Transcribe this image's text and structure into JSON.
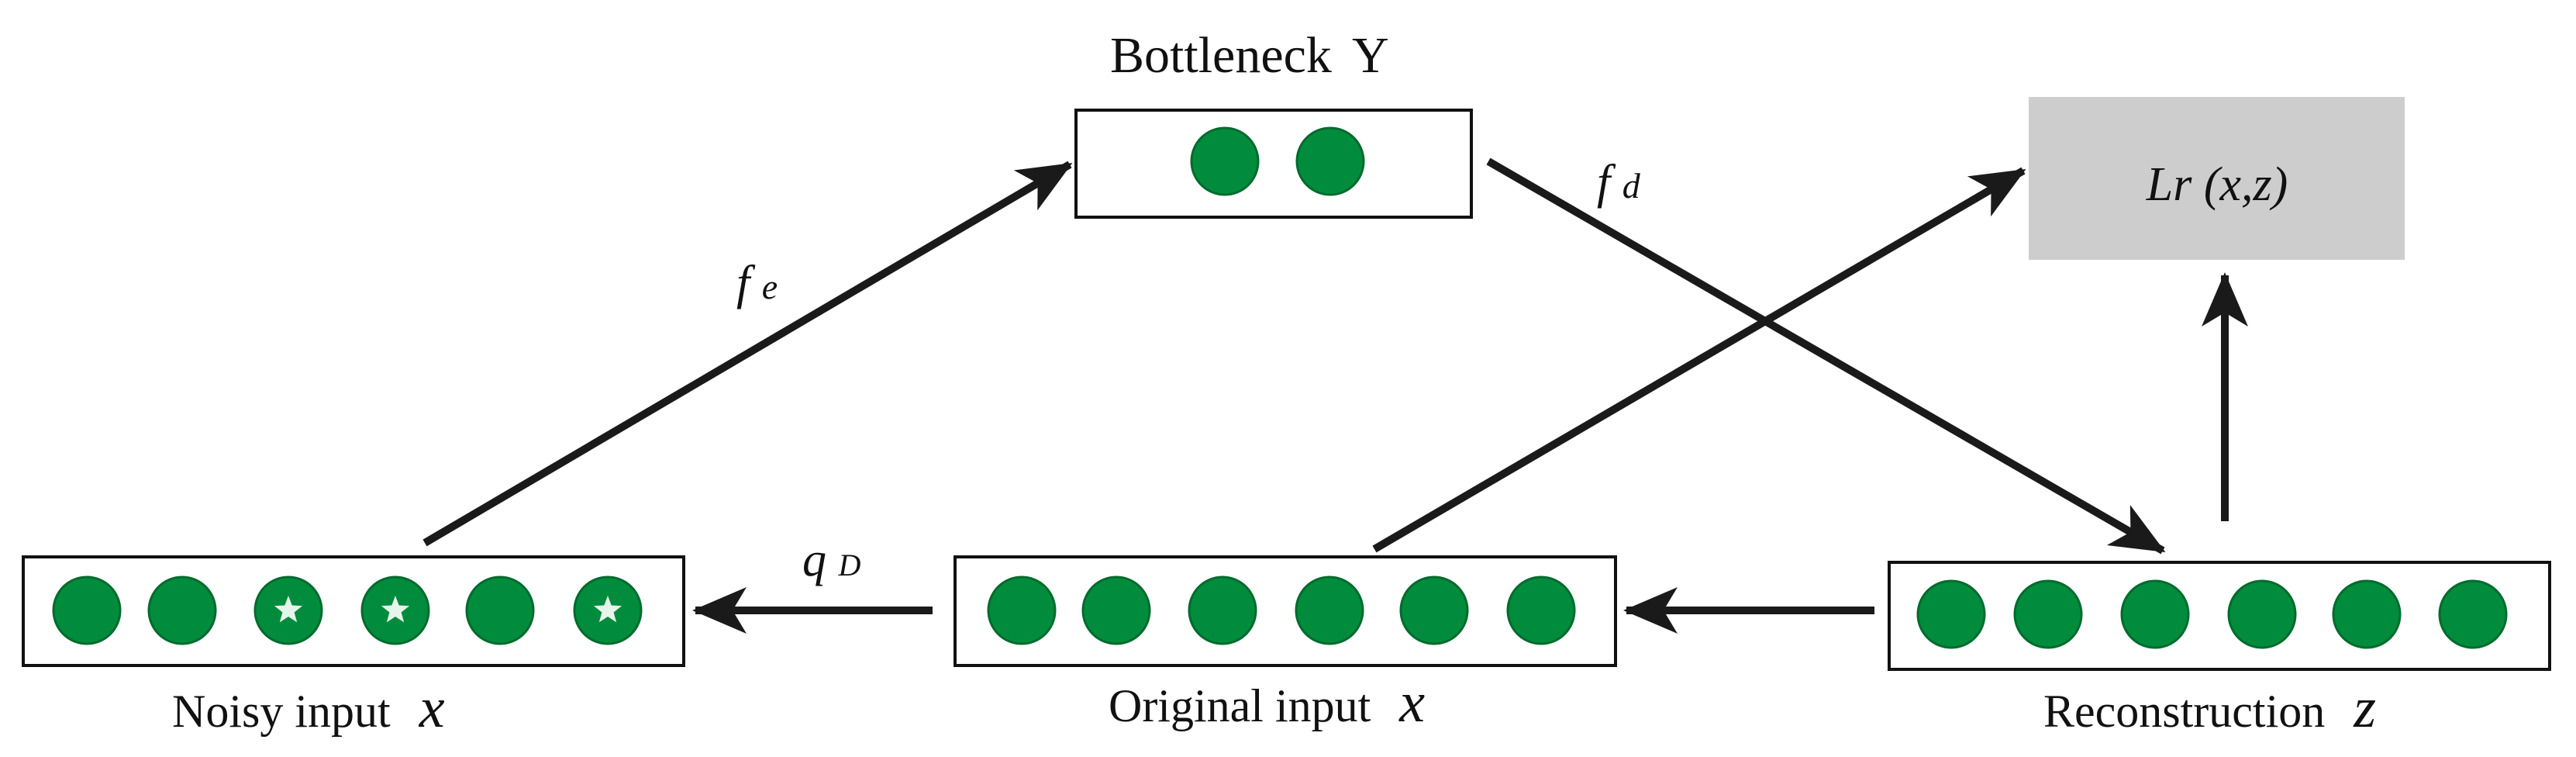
{
  "labels": {
    "bottleneck": "Bottleneck",
    "bottleneck_var": "Y",
    "noisy_input": "Noisy input",
    "noisy_input_var": "x",
    "original_input": "Original input",
    "original_input_var": "x",
    "reconstruction": "Reconstruction",
    "reconstruction_var": "z"
  },
  "edges": {
    "encoder": {
      "main": "f",
      "sub": "e"
    },
    "decoder": {
      "main": "f",
      "sub": "d"
    },
    "corruption": {
      "main": "q",
      "sub": "D"
    }
  },
  "loss": {
    "text": "Lr (x,z)"
  },
  "layers": {
    "noisy_input": {
      "units": [
        "plain",
        "plain",
        "star",
        "star",
        "plain",
        "star"
      ]
    },
    "original_input": {
      "units": [
        "plain",
        "plain",
        "plain",
        "plain",
        "plain",
        "plain"
      ]
    },
    "reconstruction": {
      "units": [
        "plain",
        "plain",
        "plain",
        "plain",
        "plain",
        "plain"
      ]
    },
    "bottleneck": {
      "units": [
        "plain",
        "plain"
      ]
    }
  },
  "colors": {
    "unit_fill": "#008C3C",
    "unit_stroke": "#006B2E",
    "star": "#E6F5EC",
    "loss_box": "#CDCDCD",
    "arrow": "#1A1A1A",
    "box_stroke": "#111111"
  }
}
